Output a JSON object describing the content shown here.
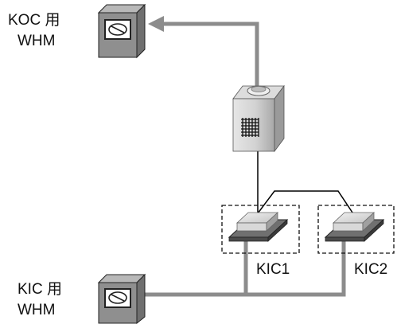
{
  "labels": {
    "koc_meter_line1": "KOC 用",
    "koc_meter_line2": "WHM",
    "kic_meter_line1": "KIC 用",
    "kic_meter_line2": "WHM",
    "kic1": "KIC1",
    "kic2": "KIC2"
  },
  "colors": {
    "wire": "#8c8c8c",
    "meter_body": "#8f8f8f",
    "unit_body": "#cfcfcf",
    "signal_line": "#000000"
  },
  "icons": {
    "meter": "watt-hour-meter-icon",
    "outdoor_unit": "outdoor-unit-icon",
    "indoor_unit": "indoor-unit-icon"
  }
}
